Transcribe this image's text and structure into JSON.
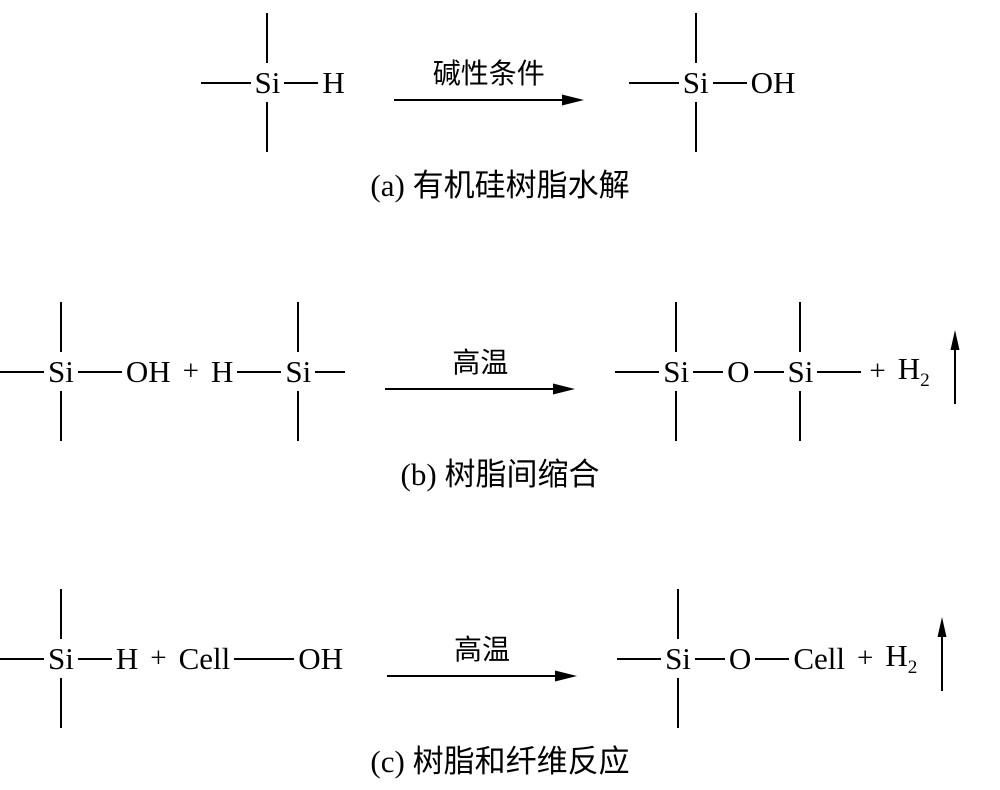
{
  "labels": {
    "si": "Si",
    "h": "H",
    "oh": "OH",
    "o": "O",
    "cell": "Cell",
    "plus": "+",
    "h2_base": "H",
    "h2_sub": "2"
  },
  "reactions": {
    "a": {
      "condition": "碱性条件",
      "caption": "(a) 有机硅树脂水解"
    },
    "b": {
      "condition": "高温",
      "caption": "(b) 树脂间缩合"
    },
    "c": {
      "condition": "高温",
      "caption": "(c) 树脂和纤维反应"
    }
  }
}
